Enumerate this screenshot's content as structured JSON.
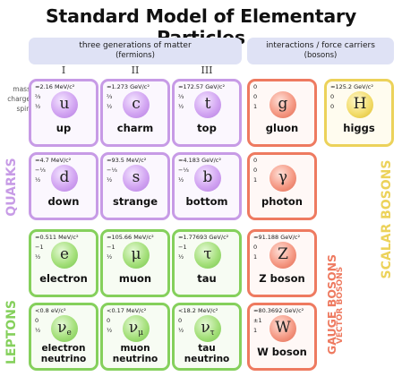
{
  "title": "Standard Model of Elementary Particles",
  "banners": {
    "matter_line1": "three generations of matter",
    "matter_line2": "(fermions)",
    "force_line1": "interactions / force carriers",
    "force_line2": "(bosons)"
  },
  "generations": [
    "I",
    "II",
    "III"
  ],
  "property_labels": {
    "mass": "mass",
    "charge": "charge",
    "spin": "spin"
  },
  "side_labels": {
    "quarks": "QUARKS",
    "leptons": "LEPTONS",
    "gauge": "GAUGE BOSONS",
    "vector": "VECTOR BOSONS",
    "scalar": "SCALAR BOSONS"
  },
  "colors": {
    "quark": "#c79be6",
    "lepton": "#85d05c",
    "gauge_boson": "#ee7a60",
    "scalar_boson": "#ecd25a",
    "banner": "#dfe2f5"
  },
  "particles": {
    "up": {
      "mass": "≈2.16 MeV/c²",
      "charge": "⅔",
      "spin": "½",
      "symbol": "u",
      "name": "up"
    },
    "charm": {
      "mass": "≈1.273 GeV/c²",
      "charge": "⅔",
      "spin": "½",
      "symbol": "c",
      "name": "charm"
    },
    "top": {
      "mass": "≈172.57 GeV/c²",
      "charge": "⅔",
      "spin": "½",
      "symbol": "t",
      "name": "top"
    },
    "gluon": {
      "mass": "0",
      "charge": "0",
      "spin": "1",
      "symbol": "g",
      "name": "gluon"
    },
    "higgs": {
      "mass": "≈125.2 GeV/c²",
      "charge": "0",
      "spin": "0",
      "symbol": "H",
      "name": "higgs"
    },
    "down": {
      "mass": "≈4.7 MeV/c²",
      "charge": "−⅓",
      "spin": "½",
      "symbol": "d",
      "name": "down"
    },
    "strange": {
      "mass": "≈93.5 MeV/c²",
      "charge": "−⅓",
      "spin": "½",
      "symbol": "s",
      "name": "strange"
    },
    "bottom": {
      "mass": "≈4.183 GeV/c²",
      "charge": "−⅓",
      "spin": "½",
      "symbol": "b",
      "name": "bottom"
    },
    "photon": {
      "mass": "0",
      "charge": "0",
      "spin": "1",
      "symbol": "γ",
      "name": "photon"
    },
    "electron": {
      "mass": "≈0.511 MeV/c²",
      "charge": "−1",
      "spin": "½",
      "symbol": "e",
      "name": "electron"
    },
    "muon": {
      "mass": "≈105.66 MeV/c²",
      "charge": "−1",
      "spin": "½",
      "symbol": "μ",
      "name": "muon"
    },
    "tau": {
      "mass": "≈1.77693 GeV/c²",
      "charge": "−1",
      "spin": "½",
      "symbol": "τ",
      "name": "tau"
    },
    "zboson": {
      "mass": "≈91.188 GeV/c²",
      "charge": "0",
      "spin": "1",
      "symbol": "Z",
      "name": "Z boson"
    },
    "nu_e": {
      "mass": "<0.8 eV/c²",
      "charge": "0",
      "spin": "½",
      "symbol": "ν",
      "symbol_sub": "e",
      "name_line1": "electron",
      "name_line2": "neutrino"
    },
    "nu_mu": {
      "mass": "<0.17 MeV/c²",
      "charge": "0",
      "spin": "½",
      "symbol": "ν",
      "symbol_sub": "μ",
      "name_line1": "muon",
      "name_line2": "neutrino"
    },
    "nu_tau": {
      "mass": "<18.2 MeV/c²",
      "charge": "0",
      "spin": "½",
      "symbol": "ν",
      "symbol_sub": "τ",
      "name_line1": "tau",
      "name_line2": "neutrino"
    },
    "wboson": {
      "mass": "≈80.3692 GeV/c²",
      "charge": "±1",
      "spin": "1",
      "symbol": "W",
      "name": "W boson"
    }
  }
}
